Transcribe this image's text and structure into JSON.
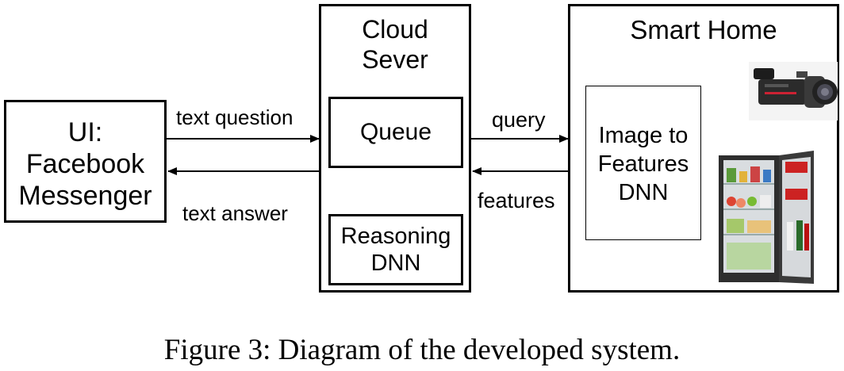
{
  "nodes": {
    "ui": [
      "UI:",
      "Facebook",
      "Messenger"
    ],
    "cloud_title": [
      "Cloud",
      "Sever"
    ],
    "queue": "Queue",
    "reasoning": [
      "Reasoning",
      "DNN"
    ],
    "home_title": "Smart Home",
    "image_to_features": [
      "Image to",
      "Features",
      "DNN"
    ]
  },
  "edges": {
    "text_question": "text question",
    "text_answer": "text answer",
    "query": "query",
    "features": "features"
  },
  "images": {
    "camera": "video-camera",
    "fridge": "open-refrigerator"
  },
  "caption": "Figure 3: Diagram of the developed system."
}
